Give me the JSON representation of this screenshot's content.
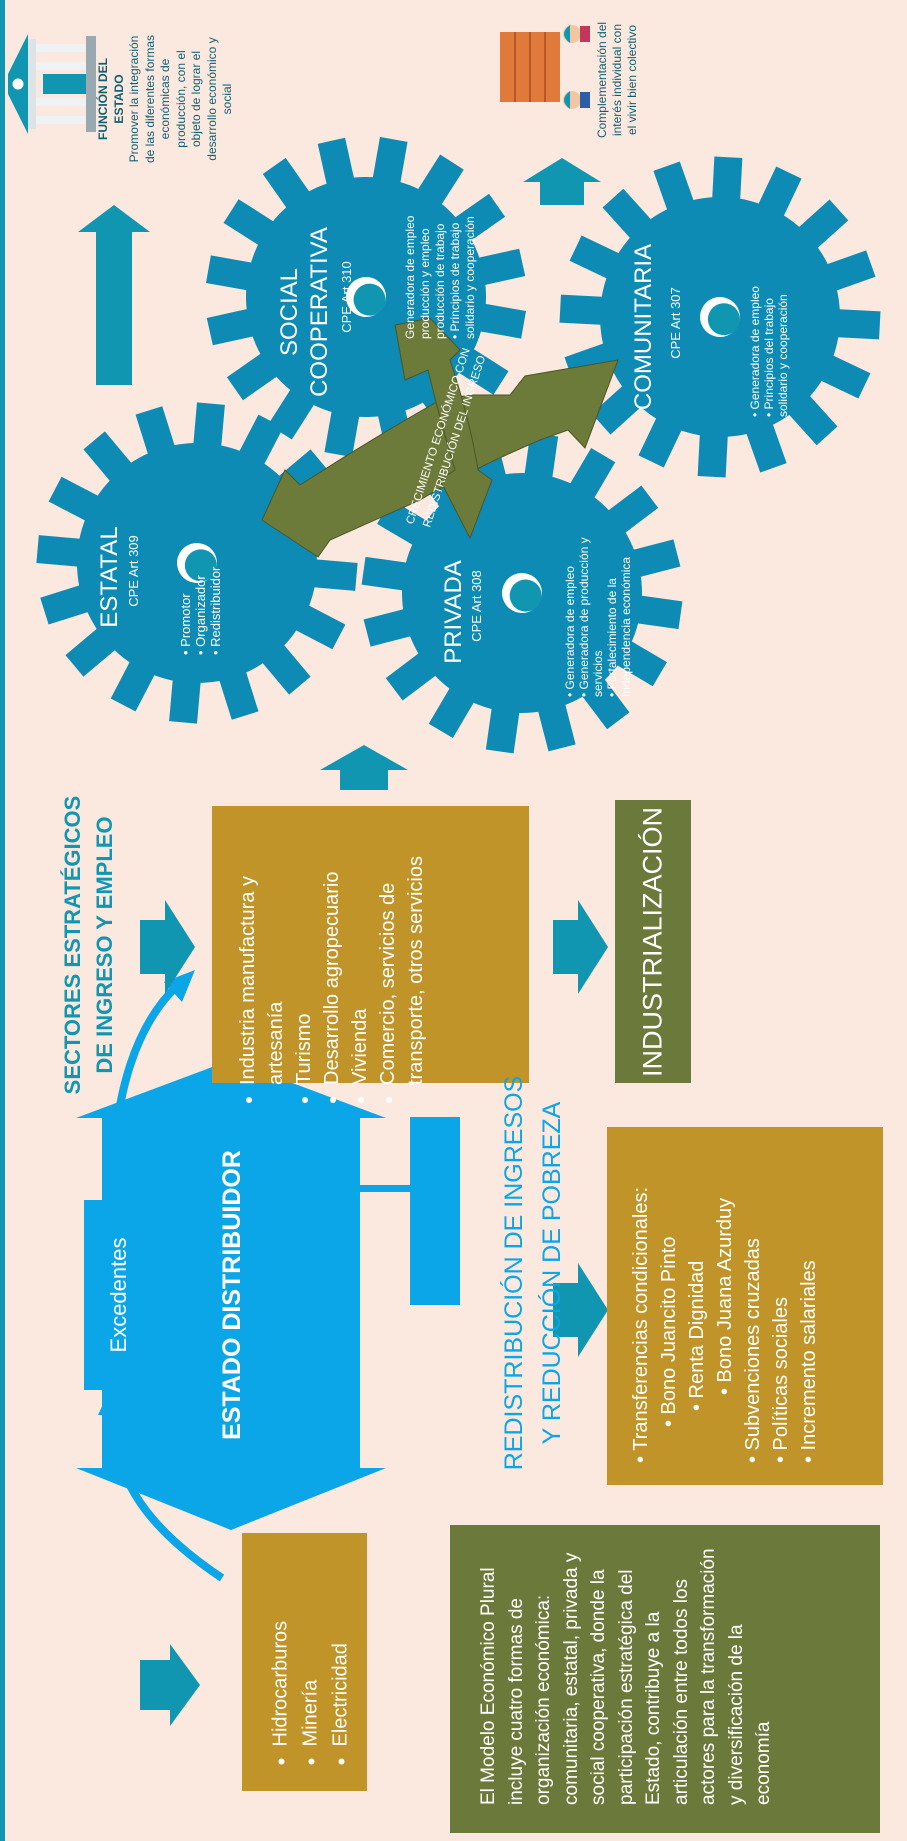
{
  "colors": {
    "background": "#fbe8df",
    "teal": "#1196b2",
    "gear": "#0d8bb5",
    "gear_shadow": "#5a6690",
    "sky_blue": "#0ba6e8",
    "mustard": "#c09428",
    "olive": "#6b7a3a",
    "arrow_olive": "#6d7b3a"
  },
  "sectors_surplus": {
    "title": "SECTORES ESTRATÉGICOS GENERADORES DE EXCEDENTES",
    "items": [
      "Hidrocarburos",
      "Minería",
      "Electricidad"
    ]
  },
  "excedentes": {
    "label": "Excedentes"
  },
  "estado_distribuidor": {
    "label": "ESTADO DISTRIBUIDOR"
  },
  "sectors_income": {
    "title": "SECTORES ESTRATÉGICOS DE INGRESO Y EMPLEO",
    "items": [
      "Industria manufactura y artesanía",
      "Turismo",
      "Desarrollo agropecuario",
      "Vivienda",
      "Comercio, servicios de transporte, otros servicios"
    ]
  },
  "industrializacion": {
    "label": "INDUSTRIALIZACIÓN"
  },
  "redistribucion": {
    "title": "REDISTRIBUCIÓN DE INGRESOS Y REDUCCIÓN DE POBREZA",
    "items": [
      "Transferencias condicionales:",
      "Bono Juancito Pinto",
      "Renta Dignidad",
      "Bono Juana Azurduy",
      "Subvenciones cruzadas",
      "Políticas sociales",
      "Incremento salariales"
    ]
  },
  "model_text": "El Modelo Económico Plural incluye cuatro formas de organización económica: comunitaria, estatal, privada y social cooperativa, donde la participación estratégica del Estado, contribuye a la articulación entre todos los actores para la transformación y diversificación de la economía",
  "gears": {
    "estatal": {
      "name": "ESTATAL",
      "article": "CPE Art 309",
      "items": [
        "Promotor",
        "Organizador",
        "Redistribuidor"
      ]
    },
    "privada": {
      "name": "PRIVADA",
      "article": "CPE Art 308",
      "items": [
        "Generadora de empleo",
        "Generadora de producción y servicios",
        "Fortalecimiento de la Independencia económica"
      ]
    },
    "social": {
      "name": "SOCIAL COOPERATIVA",
      "article": "CPE Art 310",
      "items": [
        "Generadora de empleo producción y empleo producción de trabajo",
        "Principios de trabajo solidario y cooperación"
      ]
    },
    "comunitaria": {
      "name": "COMUNITARIA",
      "article": "CPE Art 307",
      "items": [
        "Generadora de empleo",
        "Principios del trabajo solidario y cooperación"
      ]
    }
  },
  "cross_arrow": {
    "line1": "CRECIMIENTO ECONÓMICO CON",
    "line2": "REDISTRIBUCIÓN DEL INGRESO"
  },
  "funcion_estado": {
    "title": "FUNCIÓN DEL ESTADO",
    "text": "Promover la integración de las diferentes formas económicas de producción, con el objeto de lograr el desarrollo económico y social"
  },
  "complementacion": {
    "text": "Complementación del interés individual con el vivir bien colectivo"
  },
  "icons": [
    "government-building-icon",
    "workers-icon"
  ]
}
